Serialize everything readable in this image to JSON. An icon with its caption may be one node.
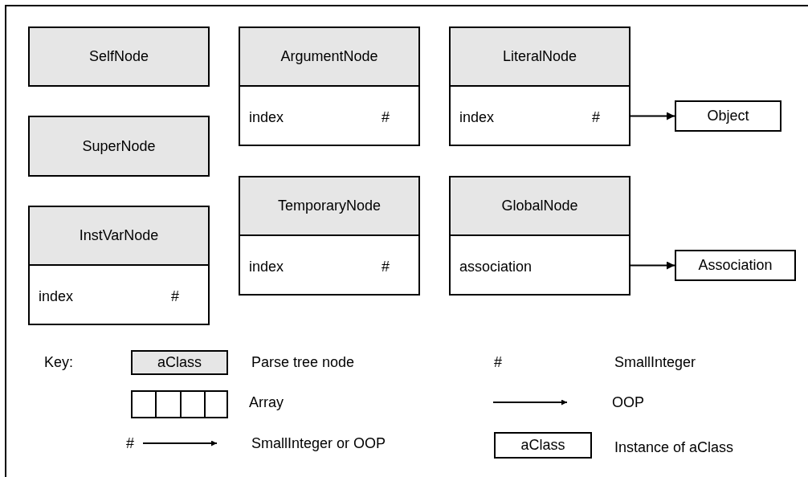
{
  "diagram": {
    "nodes": [
      {
        "text": [
          "SelfNode"
        ]
      },
      {
        "text": [
          "SuperNode"
        ]
      },
      {
        "text": [
          "InstVarNode",
          "index",
          "#"
        ]
      },
      {
        "text": [
          "ArgumentNode",
          "index",
          "#"
        ]
      },
      {
        "text": [
          "TemporaryNode",
          "index",
          "#"
        ]
      },
      {
        "text": [
          "LiteralNode",
          "index",
          "#"
        ]
      },
      {
        "text": [
          "Object"
        ]
      },
      {
        "text": [
          "GlobalNode",
          "association"
        ]
      },
      {
        "text": [
          "Association"
        ]
      }
    ],
    "edges": [
      {
        "from": 5,
        "to": 6,
        "arrow": "to"
      },
      {
        "from": 7,
        "to": 8,
        "arrow": "to"
      }
    ],
    "labels": [
      "Key:",
      "aClass",
      "#",
      "#",
      "aClass"
    ],
    "legend": [
      {
        "text": "Parse tree node"
      },
      {
        "text": "SmallInteger"
      },
      {
        "text": "Array"
      },
      {
        "text": "OOP"
      },
      {
        "text": "SmallInteger or OOP"
      },
      {
        "text": "Instance of aClass"
      }
    ]
  }
}
